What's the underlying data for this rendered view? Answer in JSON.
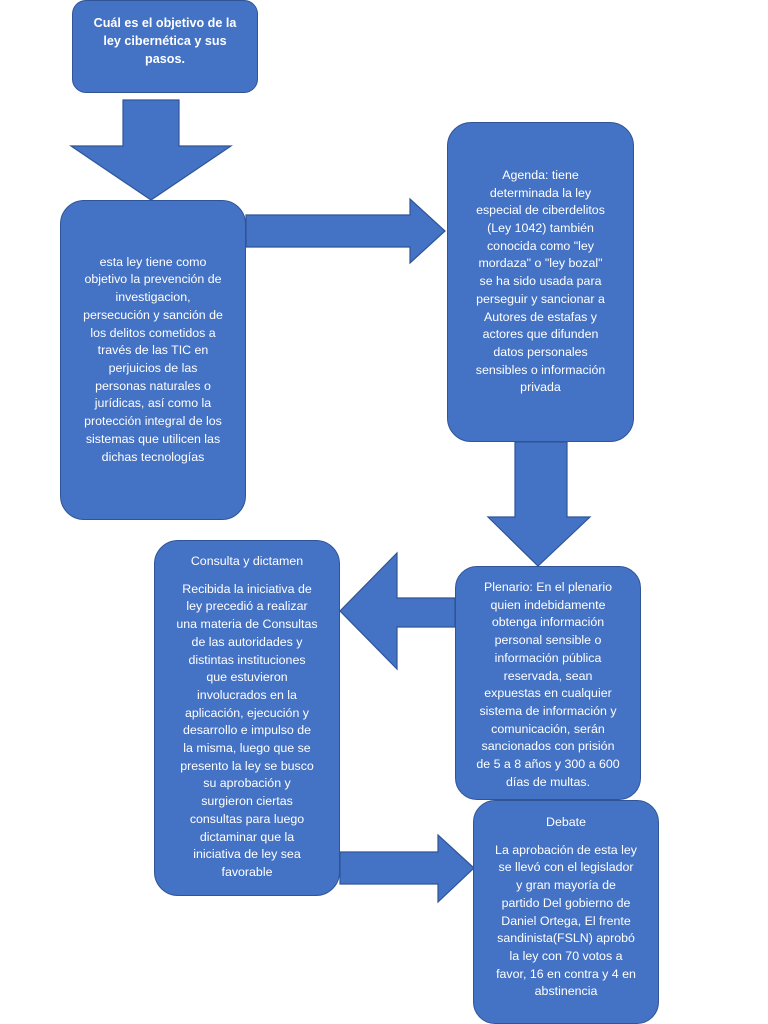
{
  "diagram": {
    "colors": {
      "node_fill": "#4472c4",
      "node_border": "#2f5597",
      "text": "#ffffff",
      "background": "#ffffff"
    },
    "title": "Cuál es el objetivo de la\nley cibernética y sus\npasos.",
    "nodes": [
      {
        "id": "objetivo",
        "heading": "",
        "text": "esta ley tiene como\nobjetivo la prevención de\ninvestigacion,\npersecución y sanción de\nlos delitos cometidos a\ntravés de las TIC en\nperjuicios de las\npersonas naturales o\njurídicas, así como la\nprotección integral de los\nsistemas que utilicen las\ndichas tecnologías"
      },
      {
        "id": "agenda",
        "heading": "",
        "text": "Agenda: tiene\ndeterminada  la ley\nespecial de ciberdelitos\n(Ley 1042) también\nconocida como \"ley\nmordaza\" o \"ley bozal\"\nse ha sido usada para\nperseguir y sancionar a\nAutores de estafas y\nactores que difunden\ndatos personales\nsensibles o información\nprivada"
      },
      {
        "id": "plenario",
        "heading": "",
        "text": "Plenario: En el plenario\nquien indebidamente\nobtenga información\npersonal sensible o\ninformación pública\nreservada, sean\nexpuestas en cualquier\nsistema de información y\ncomunicación, serán\nsancionados con prisión\nde 5 a 8 años y 300 a 600\ndías de multas."
      },
      {
        "id": "consulta",
        "heading": "Consulta y dictamen",
        "text": "Recibida la iniciativa de\nley precedió a realizar\nuna materia de Consultas\nde las  autoridades y\ndistintas instituciones\nque estuvieron\ninvolucrados en la\naplicación, ejecución y\ndesarrollo e impulso de\nla misma, luego que se\npresento la ley se busco\nsu aprobación y\nsurgieron ciertas\nconsultas para luego\ndictaminar que la\niniciativa de ley sea\nfavorable"
      },
      {
        "id": "debate",
        "heading": "Debate",
        "text": "La aprobación de esta ley\nse llevó con el legislador\ny gran mayoría de\npartido Del gobierno de\nDaniel Ortega, El frente\nsandinista(FSLN) aprobó\nla ley con 70 votos a\nfavor, 16 en contra y 4 en\nabstinencia"
      }
    ],
    "edges": [
      {
        "from": "title",
        "to": "objetivo",
        "direction": "down"
      },
      {
        "from": "objetivo",
        "to": "agenda",
        "direction": "right"
      },
      {
        "from": "agenda",
        "to": "plenario",
        "direction": "down"
      },
      {
        "from": "plenario",
        "to": "consulta",
        "direction": "left"
      },
      {
        "from": "consulta",
        "to": "debate",
        "direction": "right"
      }
    ]
  }
}
